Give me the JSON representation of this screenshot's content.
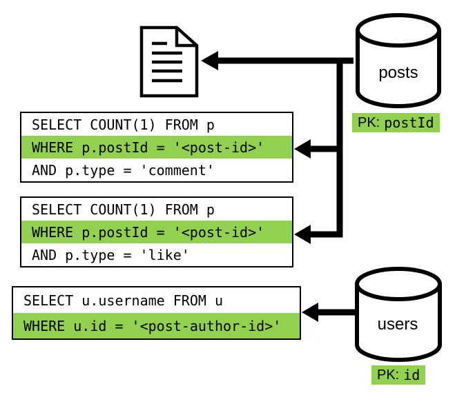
{
  "diagram": {
    "title": "query flow diagram",
    "background_color": "#ffffff",
    "highlight_color": "#92d050",
    "line_color": "#000000"
  },
  "databases": {
    "posts": {
      "label": "posts",
      "pk_label": "PK:",
      "pk_value": "postId"
    },
    "users": {
      "label": "users",
      "pk_label": "PK:",
      "pk_value": "id"
    }
  },
  "queries": [
    {
      "lines": [
        {
          "text": "SELECT COUNT(1) FROM p",
          "highlighted": false
        },
        {
          "text": "WHERE p.postId = '<post-id>'",
          "highlighted": true
        },
        {
          "text": "AND p.type = 'comment'",
          "highlighted": false
        }
      ]
    },
    {
      "lines": [
        {
          "text": "SELECT COUNT(1) FROM p",
          "highlighted": false
        },
        {
          "text": "WHERE p.postId = '<post-id>'",
          "highlighted": true
        },
        {
          "text": "AND p.type = 'like'",
          "highlighted": false
        }
      ]
    },
    {
      "lines": [
        {
          "text": "SELECT u.username FROM u",
          "highlighted": false
        },
        {
          "text": "WHERE u.id = '<post-author-id>'",
          "highlighted": true
        }
      ]
    }
  ]
}
